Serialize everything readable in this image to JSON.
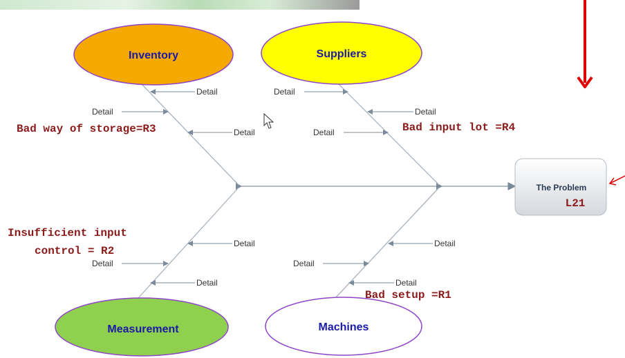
{
  "problem": {
    "title": "The Problem",
    "code": "L21"
  },
  "categories": {
    "inventory": "Inventory",
    "suppliers": "Suppliers",
    "measurement": "Measurement",
    "machines": "Machines"
  },
  "detail_label": "Detail",
  "annotations": {
    "r3": "Bad way of storage=R3",
    "r4": "Bad input lot =R4",
    "r2_line1": "Insufficient input",
    "r2_line2": "control = R2",
    "r1": "Bad setup =R1"
  },
  "colors": {
    "inventory_fill": "#f5a800",
    "suppliers_fill": "#ffff00",
    "measurement_fill": "#8fd14f",
    "machines_fill": "#ffffff",
    "ellipse_stroke": "#8e44c9",
    "annotation_text": "#8b1a1a",
    "category_text": "#1a1aa6",
    "red_arrow": "#e00000"
  }
}
